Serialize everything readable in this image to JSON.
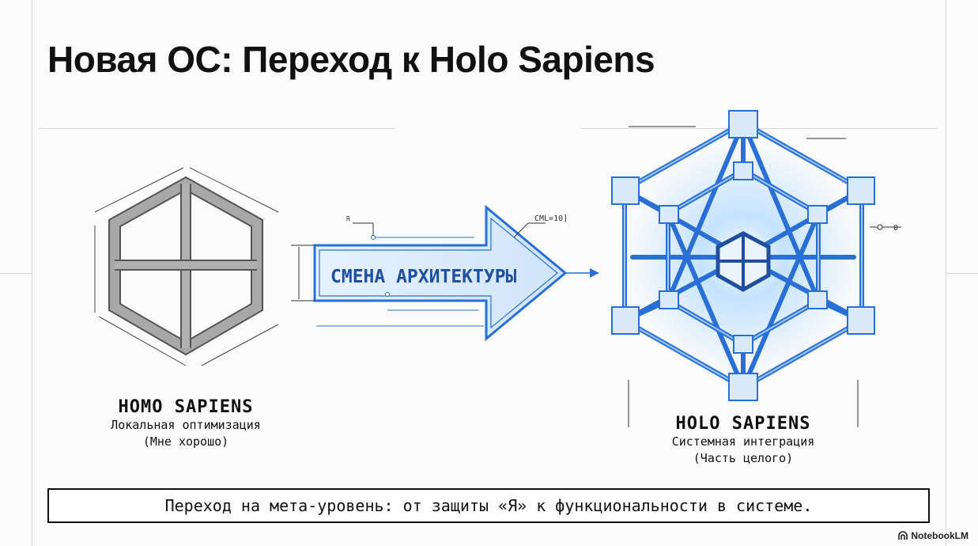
{
  "title": "Новая ОС: Переход к Holo Sapiens",
  "left": {
    "name": "HOMO SAPIENS",
    "line1": "Локальная оптимизация",
    "line2": "(Мне хорошо)"
  },
  "arrow": {
    "label": "СМЕНА АРХИТЕКТУРЫ",
    "tag": "CML=10]",
    "small_mark": "R"
  },
  "right": {
    "name": "HOLO SAPIENS",
    "line1": "Системная интеграция",
    "line2": "(Часть целого)",
    "callout": "0"
  },
  "caption": "Переход на мета-уровень: от защиты «Я» к функциональности в системе.",
  "brand": "NotebookLM",
  "colors": {
    "ink": "#111111",
    "cube_gray": "#9a9a9a",
    "blue": "#2a6fd6",
    "blue_light": "#dbeafb",
    "glow": "#bfe0ff"
  }
}
